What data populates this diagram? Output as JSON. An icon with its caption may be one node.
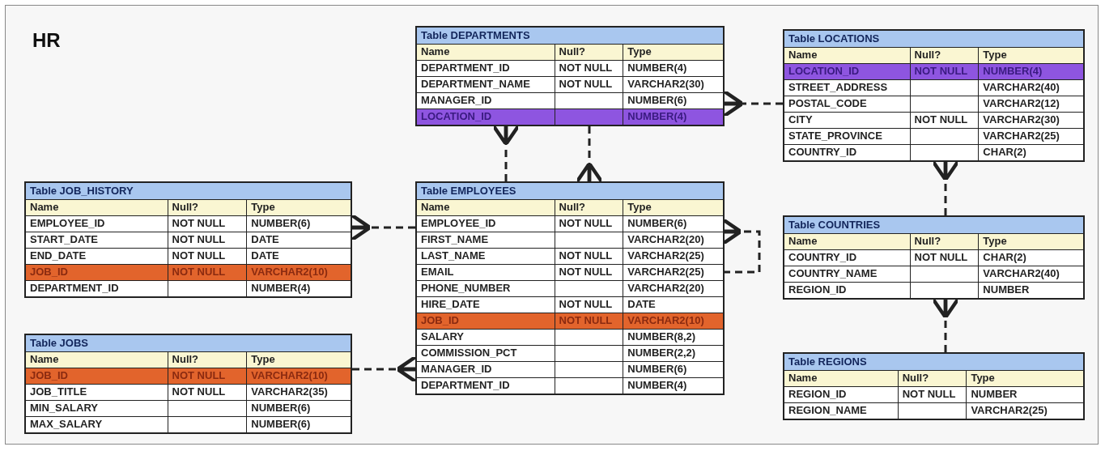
{
  "diagram": {
    "title": "HR",
    "nodes": [
      {
        "text": [
          "Table DEPARTMENTS"
        ]
      },
      {
        "text": [
          "Name",
          "Null?",
          "Type"
        ],
        "in": 0
      },
      {
        "text": [
          "DEPARTMENT_ID",
          "NOT NULL",
          "NUMBER(4)"
        ],
        "in": 0
      },
      {
        "text": [
          "DEPARTMENT_NAME",
          "NOT NULL",
          "VARCHAR2(30)"
        ],
        "in": 0
      },
      {
        "text": [
          "MANAGER_ID",
          "NUMBER(6)"
        ],
        "in": 0
      },
      {
        "text": [
          "LOCATION_ID",
          "NUMBER(4)"
        ],
        "in": 0
      },
      {
        "text": [
          "Table LOCATIONS"
        ]
      },
      {
        "text": [
          "Name",
          "Null?",
          "Type"
        ],
        "in": 6
      },
      {
        "text": [
          "LOCATION_ID",
          "NOT NULL",
          "NUMBER(4)"
        ],
        "in": 6
      },
      {
        "text": [
          "STREET_ADDRESS",
          "VARCHAR2(40)"
        ],
        "in": 6
      },
      {
        "text": [
          "POSTAL_CODE",
          "VARCHAR2(12)"
        ],
        "in": 6
      },
      {
        "text": [
          "CITY",
          "NOT NULL",
          "VARCHAR2(30)"
        ],
        "in": 6
      },
      {
        "text": [
          "STATE_PROVINCE",
          "VARCHAR2(25)"
        ],
        "in": 6
      },
      {
        "text": [
          "COUNTRY_ID",
          "CHAR(2)"
        ],
        "in": 6
      },
      {
        "text": [
          "Table JOB_HISTORY"
        ]
      },
      {
        "text": [
          "Name",
          "Null?",
          "Type"
        ],
        "in": 14
      },
      {
        "text": [
          "EMPLOYEE_ID",
          "NOT NULL",
          "NUMBER(6)"
        ],
        "in": 14
      },
      {
        "text": [
          "START_DATE",
          "NOT NULL",
          "DATE"
        ],
        "in": 14
      },
      {
        "text": [
          "END_DATE",
          "NOT NULL",
          "DATE"
        ],
        "in": 14
      },
      {
        "text": [
          "JOB_ID",
          "NOT NULL",
          "VARCHAR2(10)"
        ],
        "in": 14
      },
      {
        "text": [
          "DEPARTMENT_ID",
          "NUMBER(4)"
        ],
        "in": 14
      },
      {
        "text": [
          "Table EMPLOYEES"
        ]
      },
      {
        "text": [
          "Name",
          "Null?",
          "Type"
        ],
        "in": 21
      },
      {
        "text": [
          "EMPLOYEE_ID",
          "NOT NULL",
          "NUMBER(6)"
        ],
        "in": 21
      },
      {
        "text": [
          "FIRST_NAME",
          "VARCHAR2(20)"
        ],
        "in": 21
      },
      {
        "text": [
          "LAST_NAME",
          "NOT NULL",
          "VARCHAR2(25)"
        ],
        "in": 21
      },
      {
        "text": [
          "EMAIL",
          "NOT NULL",
          "VARCHAR2(25)"
        ],
        "in": 21
      },
      {
        "text": [
          "PHONE_NUMBER",
          "VARCHAR2(20)"
        ],
        "in": 21
      },
      {
        "text": [
          "HIRE_DATE",
          "NOT NULL",
          "DATE"
        ],
        "in": 21
      },
      {
        "text": [
          "JOB_ID",
          "NOT NULL",
          "VARCHAR2(10)"
        ],
        "in": 21
      },
      {
        "text": [
          "SALARY",
          "NUMBER(8,2)"
        ],
        "in": 21
      },
      {
        "text": [
          "COMMISSION_PCT",
          "NUMBER(2,2)"
        ],
        "in": 21
      },
      {
        "text": [
          "MANAGER_ID",
          "NUMBER(6)"
        ],
        "in": 21
      },
      {
        "text": [
          "DEPARTMENT_ID",
          "NUMBER(4)"
        ],
        "in": 21
      },
      {
        "text": [
          "Table COUNTRIES"
        ]
      },
      {
        "text": [
          "Name",
          "Null?",
          "Type"
        ],
        "in": 34
      },
      {
        "text": [
          "COUNTRY_ID",
          "NOT NULL",
          "CHAR(2)"
        ],
        "in": 34
      },
      {
        "text": [
          "COUNTRY_NAME",
          "VARCHAR2(40)"
        ],
        "in": 34
      },
      {
        "text": [
          "REGION_ID",
          "NUMBER"
        ],
        "in": 34
      },
      {
        "text": [
          "Table JOBS"
        ]
      },
      {
        "text": [
          "Name",
          "Null?",
          "Type"
        ],
        "in": 39
      },
      {
        "text": [
          "JOB_ID",
          "NOT NULL",
          "VARCHAR2(10)"
        ],
        "in": 39
      },
      {
        "text": [
          "JOB_TITLE",
          "NOT NULL",
          "VARCHAR2(35)"
        ],
        "in": 39
      },
      {
        "text": [
          "MIN_SALARY",
          "NUMBER(6)"
        ],
        "in": 39
      },
      {
        "text": [
          "MAX_SALARY",
          "NUMBER(6)"
        ],
        "in": 39
      },
      {
        "text": [
          "Table REGIONS"
        ]
      },
      {
        "text": [
          "Name",
          "Null?",
          "Type"
        ],
        "in": 45
      },
      {
        "text": [
          "REGION_ID",
          "NOT NULL",
          "NUMBER"
        ],
        "in": 45
      },
      {
        "text": [
          "REGION_NAME",
          "VARCHAR2(25)"
        ],
        "in": 45
      }
    ],
    "edges": [
      {
        "from": 21,
        "to": 0,
        "arrow": "other",
        "style": "dashed"
      },
      {
        "from": 0,
        "to": 21,
        "arrow": "other",
        "style": "dashed"
      },
      {
        "from": 6,
        "to": 0,
        "arrow": "other",
        "style": "dashed"
      },
      {
        "from": 21,
        "to": 14,
        "arrow": "other",
        "style": "dashed"
      },
      {
        "from": 26,
        "to": 23,
        "arrow": "other",
        "style": "dashed"
      },
      {
        "from": 39,
        "to": 21,
        "arrow": "other",
        "style": "dashed"
      },
      {
        "from": 34,
        "to": 6,
        "arrow": "other",
        "style": "dashed"
      },
      {
        "from": 45,
        "to": 34,
        "arrow": "other",
        "style": "dashed"
      }
    ]
  }
}
